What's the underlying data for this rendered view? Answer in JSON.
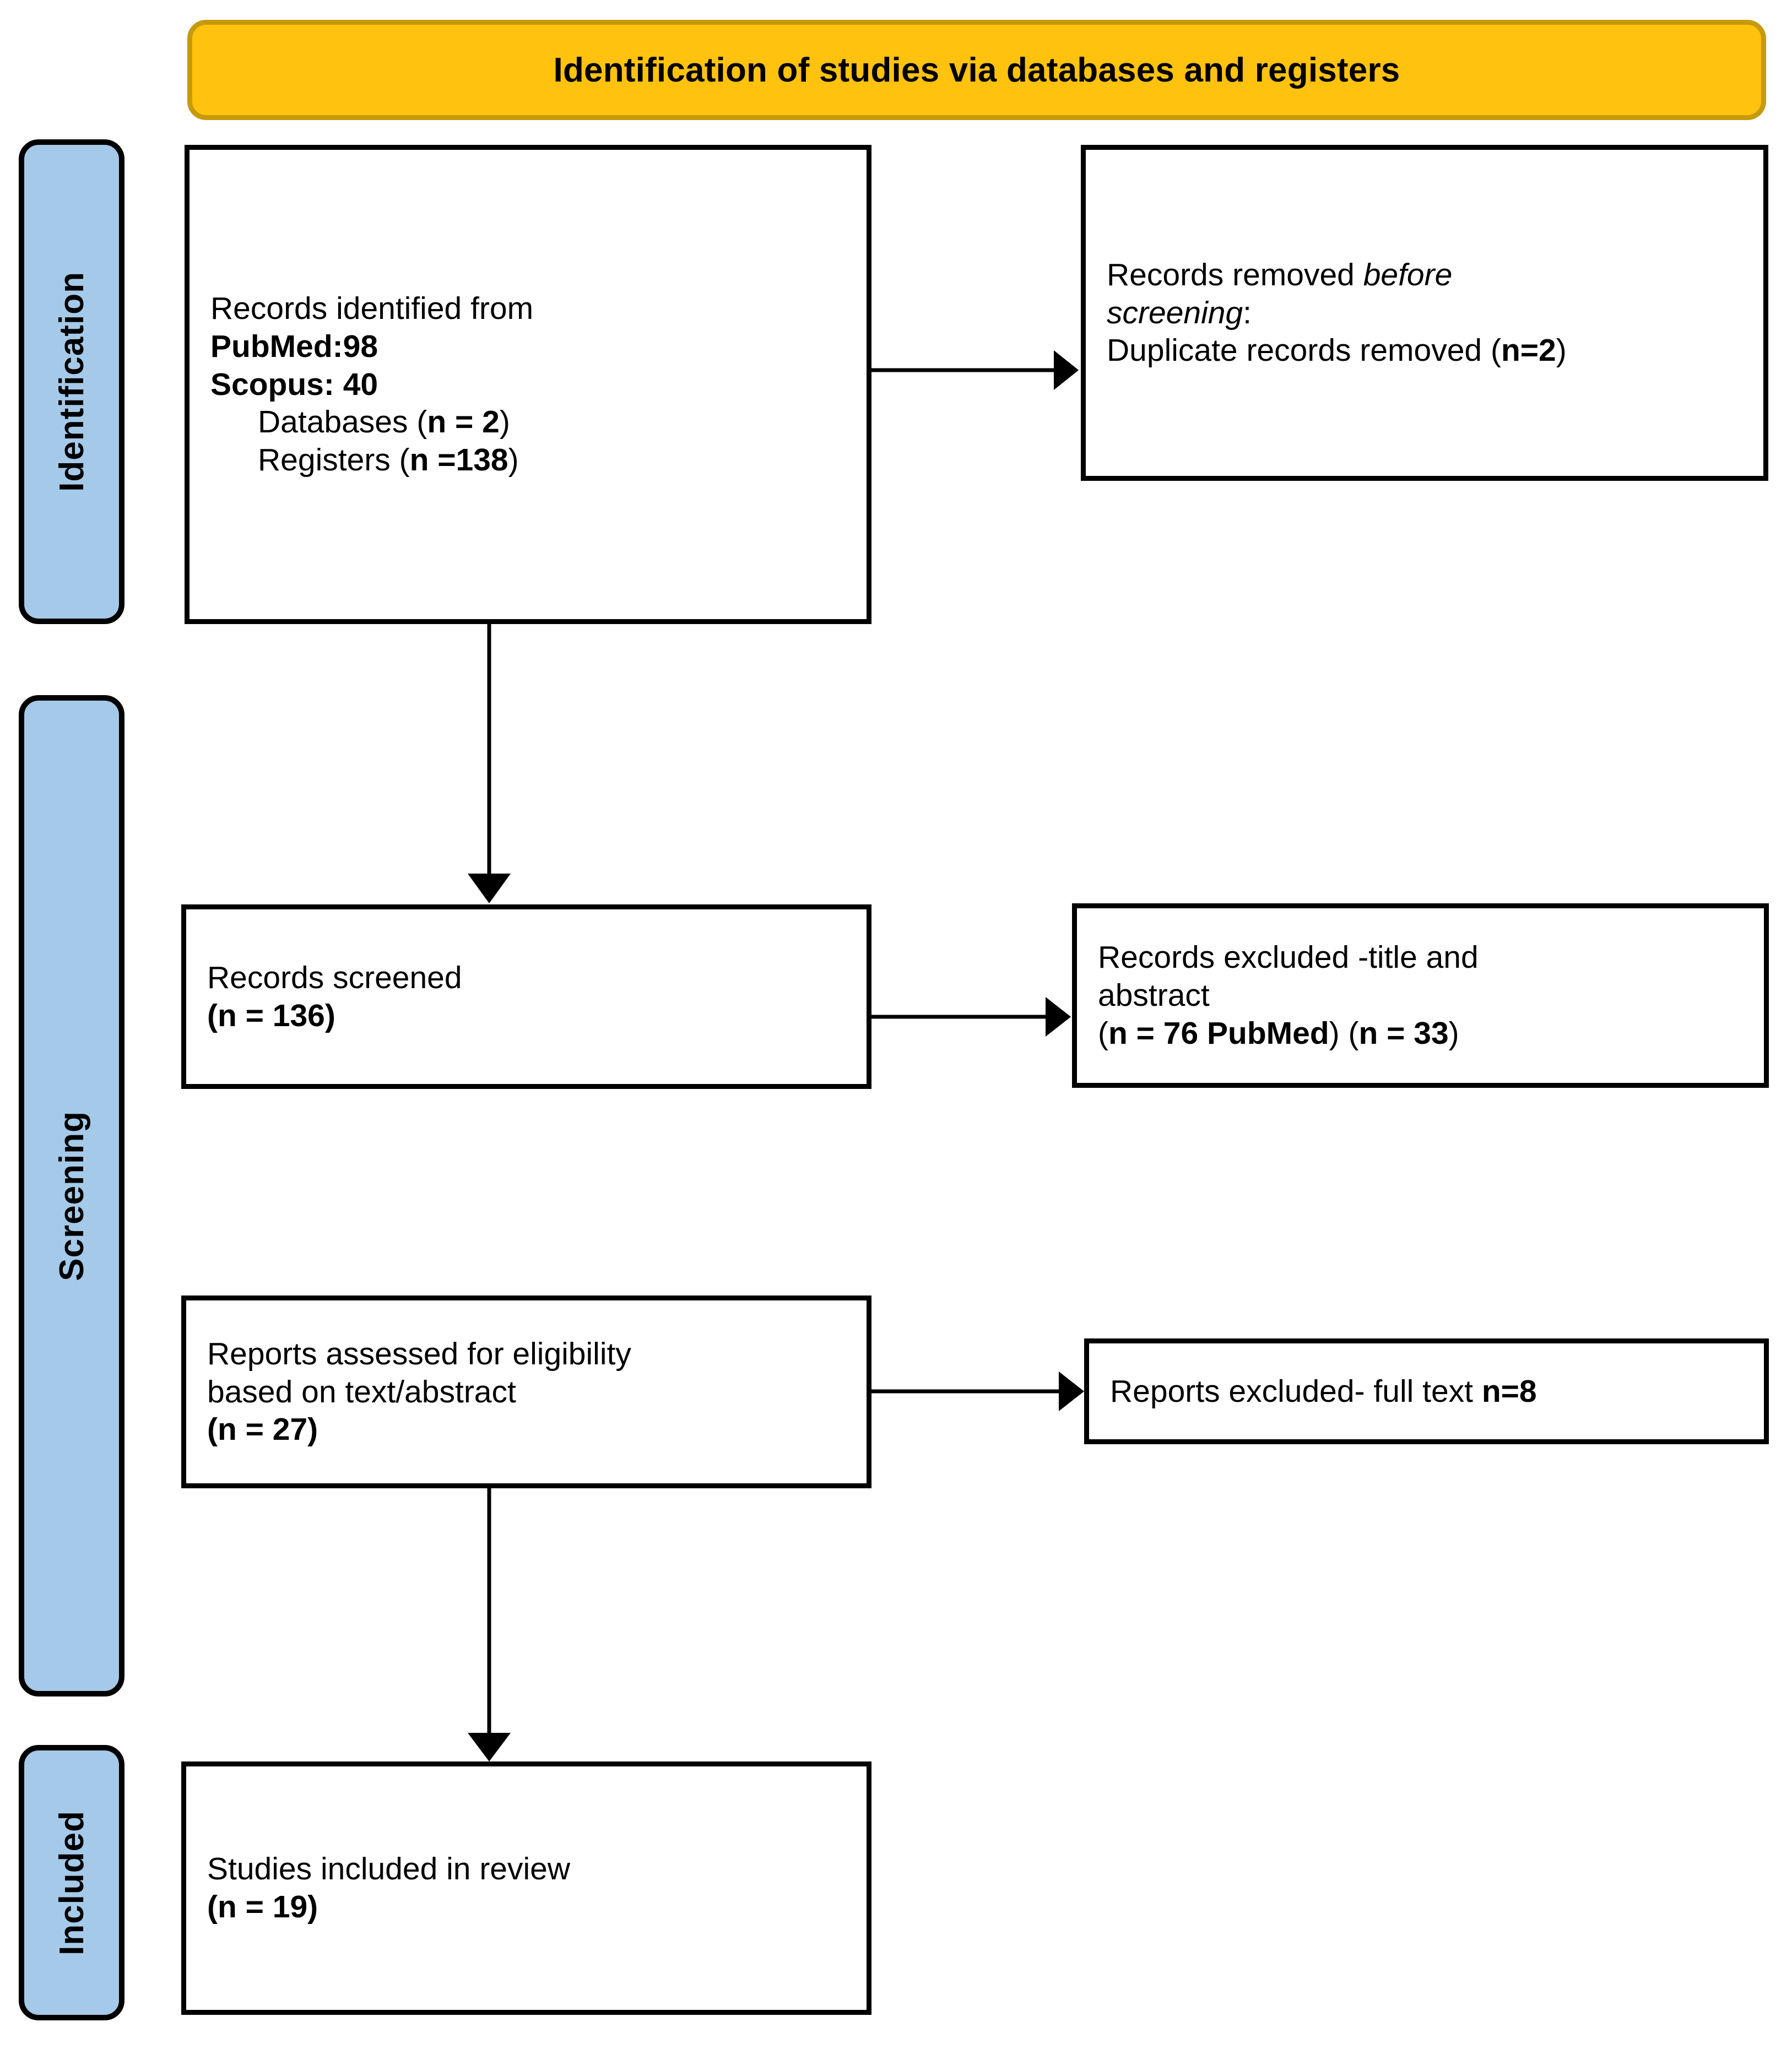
{
  "header": {
    "title": "Identification of studies via databases and registers",
    "fill_color": "#FFC20E",
    "border_color": "#C69A0C"
  },
  "stages": {
    "fill_color": "#A5C9E8",
    "border_color": "#000000",
    "items": [
      {
        "id": "identification",
        "label": "Identification"
      },
      {
        "id": "screening",
        "label": "Screening"
      },
      {
        "id": "included",
        "label": "Included"
      }
    ]
  },
  "boxes": {
    "identified": {
      "id": "box-identified",
      "lines": [
        {
          "text": "Records identified from",
          "style": "regular",
          "indent": false
        },
        {
          "text": "PubMed:98",
          "style": "bold",
          "indent": false
        },
        {
          "text": "Scopus: 40",
          "style": "bold",
          "indent": false
        },
        {
          "text": "Databases (n = 2)",
          "style": "mixed",
          "indent": true,
          "plain": "Databases (",
          "emph": "n = 2",
          "tail": ")"
        },
        {
          "text": "Registers (n =138)",
          "style": "mixed",
          "indent": true,
          "plain": "Registers (",
          "emph": "n =138",
          "tail": ")"
        }
      ]
    },
    "removed": {
      "id": "box-removed",
      "lines": [
        {
          "text": "Records removed before",
          "plain": "Records removed ",
          "italic": "before"
        },
        {
          "text": "screening:",
          "italic": "screening",
          "tail": ":"
        },
        {
          "text": "Duplicate records removed (n=2)",
          "plain": "Duplicate records removed (",
          "emph": "n=2",
          "tail": ")"
        }
      ]
    },
    "screened": {
      "id": "box-screened",
      "lines": [
        {
          "text": "Records screened",
          "style": "regular"
        },
        {
          "text": "(n = 136)",
          "style": "bold"
        }
      ]
    },
    "excluded_title_abstract": {
      "id": "box-excluded-ta",
      "lines": [
        {
          "text": "Records excluded -title and",
          "style": "regular"
        },
        {
          "text": "abstract",
          "style": "regular"
        },
        {
          "text": "(n = 76 PubMed) (n = 33)",
          "style": "mixed",
          "plain": "(",
          "emph": "n = 76 PubMed",
          "mid": ") (",
          "emph2": "n = 33",
          "tail": ")"
        }
      ]
    },
    "eligibility": {
      "id": "box-eligibility",
      "lines": [
        {
          "text": "Reports assessed for eligibility",
          "style": "regular"
        },
        {
          "text": "based on text/abstract",
          "style": "regular"
        },
        {
          "text": "(n = 27)",
          "style": "bold"
        }
      ]
    },
    "excluded_full_text": {
      "id": "box-excluded-full",
      "lines": [
        {
          "text": "Reports excluded- full text n=8",
          "plain": "Reports excluded- full text ",
          "emph": "n=8"
        }
      ]
    },
    "included": {
      "id": "box-included",
      "lines": [
        {
          "text": "Studies included in review",
          "style": "regular"
        },
        {
          "text": "(n = 19)",
          "style": "bold"
        }
      ]
    }
  },
  "connectors": [
    {
      "id": "identified-to-removed",
      "direction": "right"
    },
    {
      "id": "identified-to-screened",
      "direction": "down"
    },
    {
      "id": "screened-to-excluded",
      "direction": "right"
    },
    {
      "id": "eligibility-to-excluded-full",
      "direction": "right"
    },
    {
      "id": "eligibility-to-included",
      "direction": "down"
    }
  ]
}
